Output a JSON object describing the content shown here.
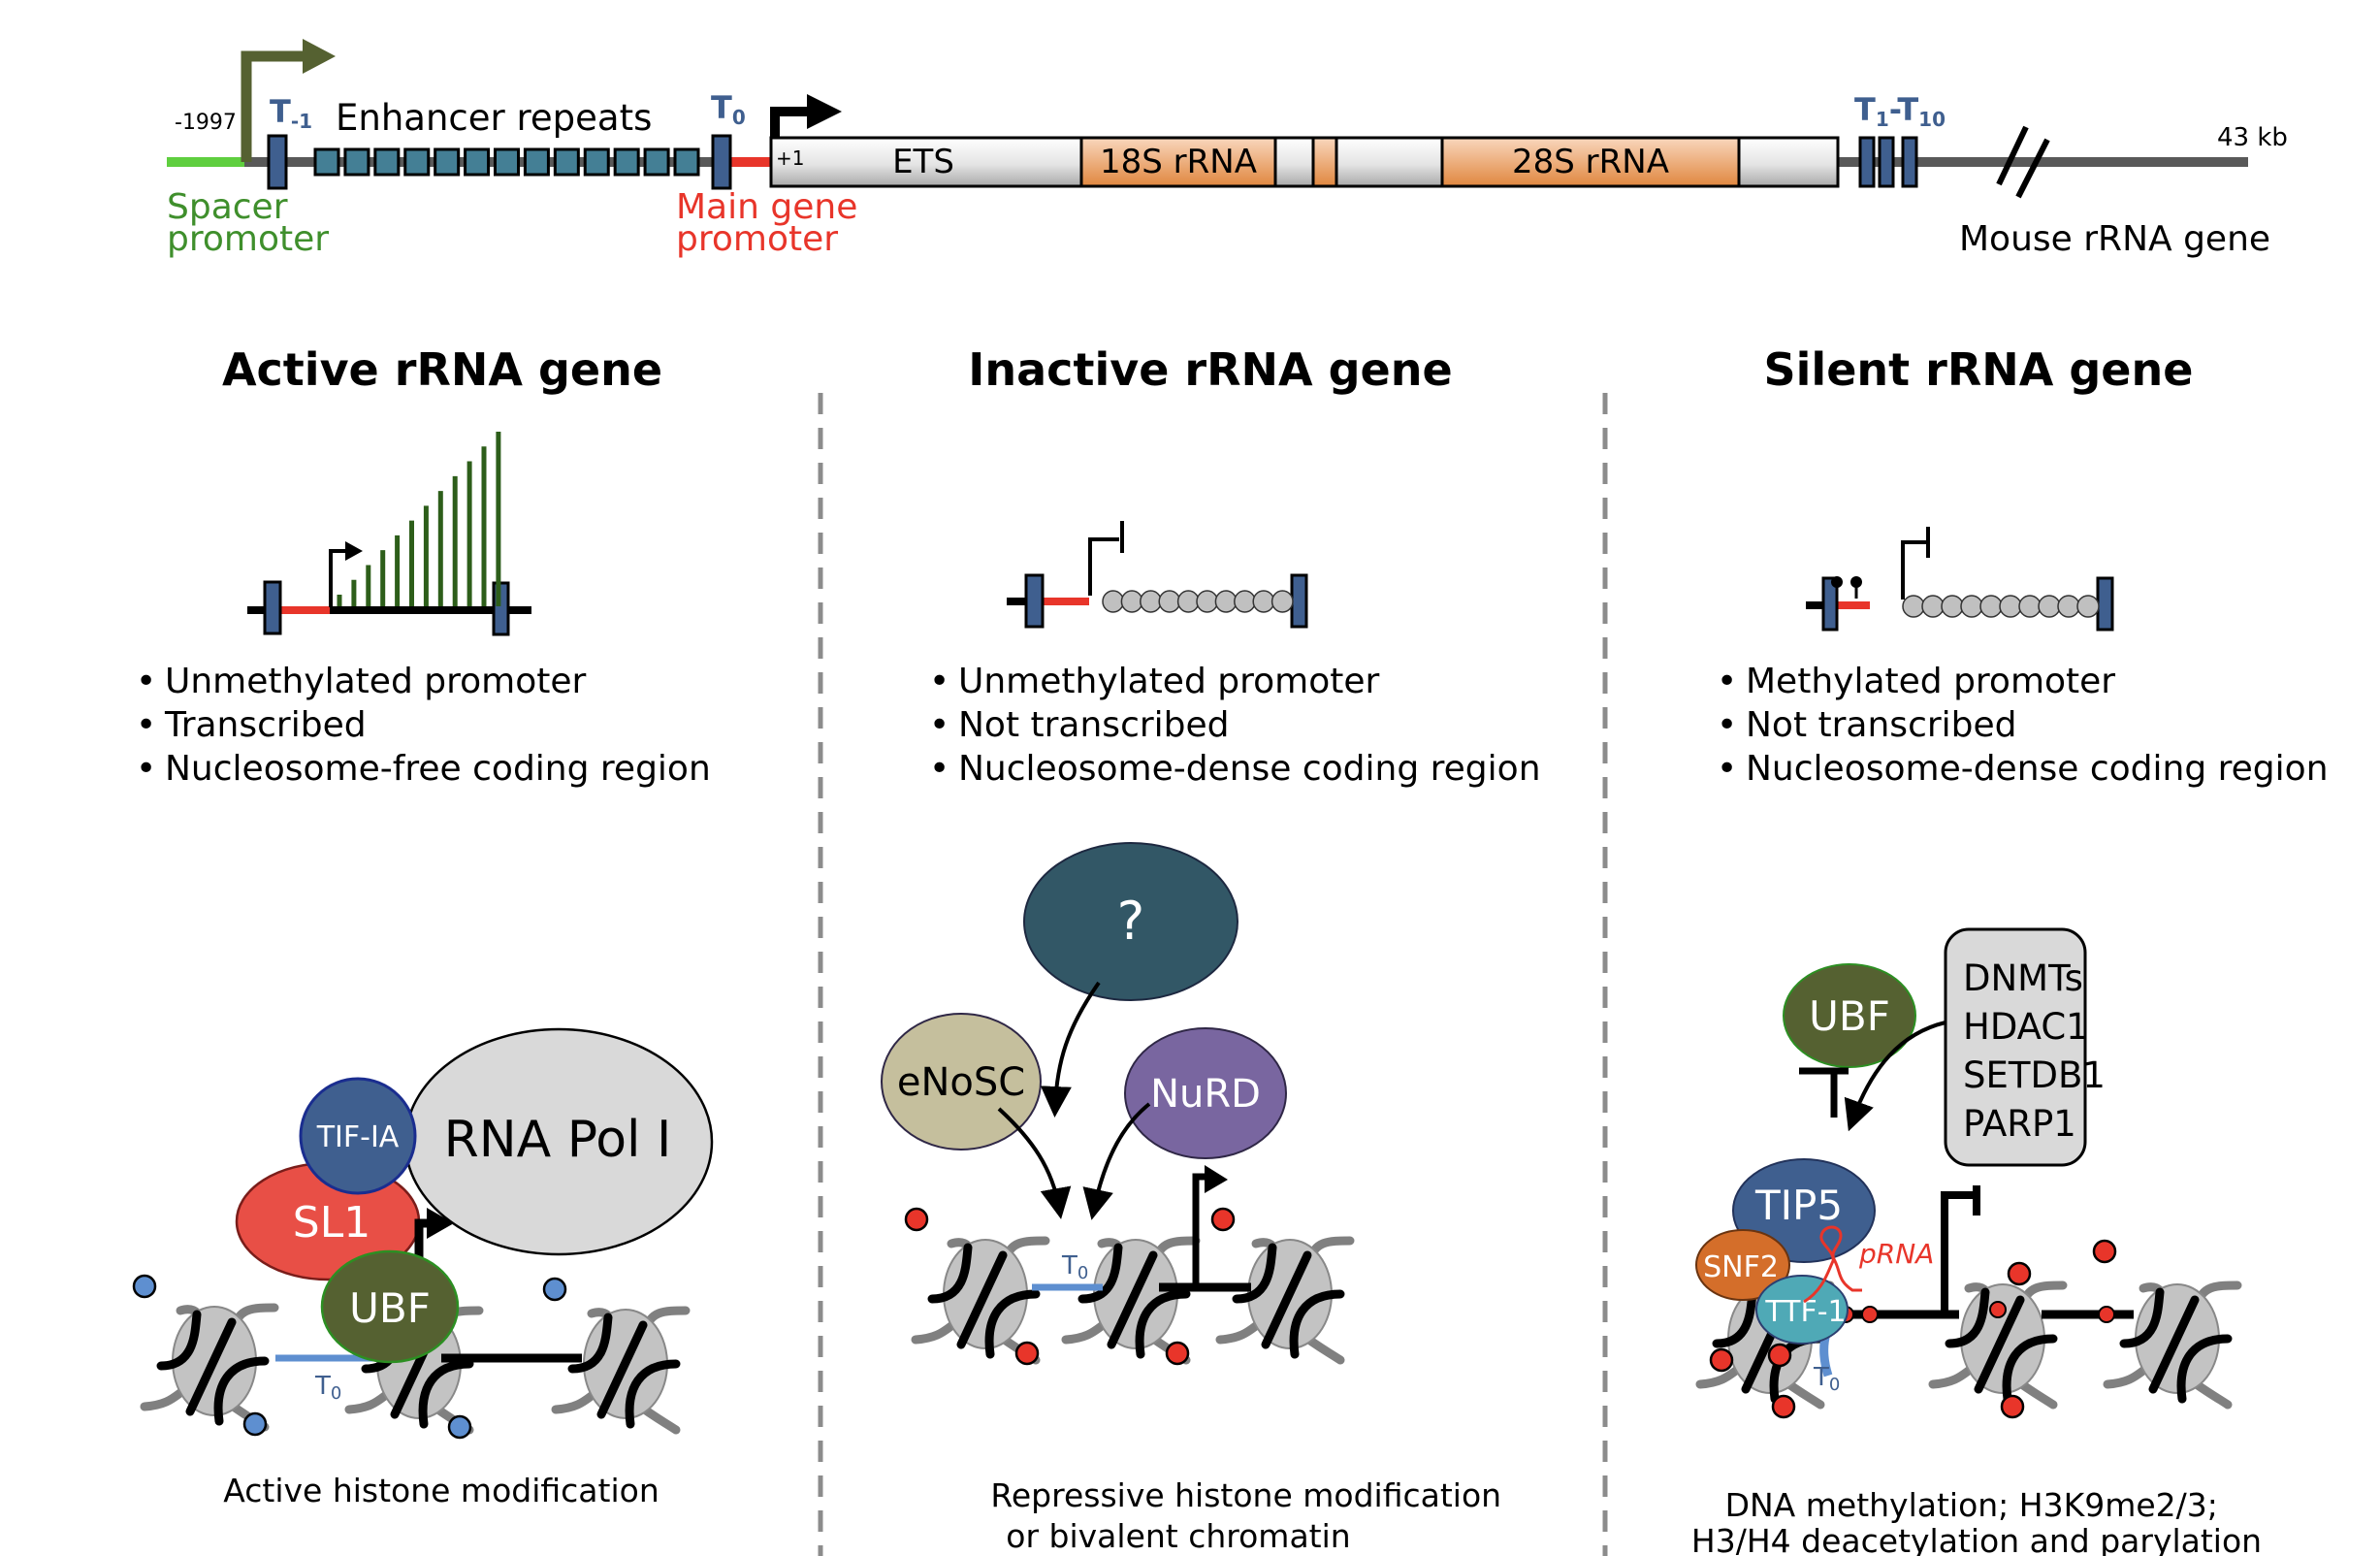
{
  "gene_map": {
    "position_start": "-1997",
    "t_minus_1": {
      "base": "T",
      "sub": "-1"
    },
    "enhancer_label": "Enhancer repeats",
    "enhancer_repeat_count": 13,
    "t0": {
      "base": "T",
      "sub": "0"
    },
    "plus_one": "+1",
    "ets_label": "ETS",
    "rrna_18s_label": "18S rRNA",
    "rrna_28s_label": "28S rRNA",
    "terminators": {
      "base1": "T",
      "sub1": "1",
      "dash": "-",
      "base2": "T",
      "sub2": "10"
    },
    "length_label": "43 kb",
    "spacer_promoter_line1": "Spacer",
    "spacer_promoter_line2": "promoter",
    "main_promoter_line1": "Main gene",
    "main_promoter_line2": "promoter",
    "gene_title": "Mouse rRNA gene",
    "colors": {
      "spacer": "#5fcf3f",
      "main_promoter": "#e8352a",
      "terminator": "#3f5f8f",
      "enhancer": "#447f95",
      "rrna": "#f2a46f",
      "spacer_arrow": "#556131"
    }
  },
  "columns": [
    {
      "title": "Active rRNA gene",
      "bullets": [
        "Unmethylated  promoter",
        "Transcribed",
        "Nucleosome-free coding region"
      ],
      "transcript_bar_count": 12,
      "proteins": {
        "tif": "TIF-IA",
        "pol": "RNA Pol I",
        "sl1": "SL1",
        "ubf": "UBF"
      },
      "t0_label": "T",
      "t0_sub": "0",
      "caption_lines": [
        "Active histone modification"
      ]
    },
    {
      "title": "Inactive rRNA gene",
      "bullets": [
        "Unmethylated  promoter",
        "Not transcribed",
        "Nucleosome-dense coding region"
      ],
      "nucleosome_bead_count": 10,
      "proteins": {
        "unknown": "?",
        "enosc": "eNoSC",
        "nurd": "NuRD"
      },
      "t0_label": "T",
      "t0_sub": "0",
      "caption_lines": [
        "Repressive histone modification",
        "or bivalent chromatin"
      ]
    },
    {
      "title": "Silent rRNA gene",
      "bullets": [
        "Methylated  promoter",
        "Not transcribed",
        "Nucleosome-dense coding region"
      ],
      "nucleosome_bead_count": 10,
      "methyl_mark_count": 2,
      "proteins": {
        "ubf": "UBF",
        "tip5": "TIP5",
        "snf2": "SNF2",
        "ttf1": "TTF-1",
        "prna": "pRNA"
      },
      "enzymes": [
        "DNMTs",
        "HDAC1",
        "SETDB1",
        "PARP1"
      ],
      "t0_label": "T",
      "t0_sub": "0",
      "caption_lines": [
        "DNA methylation; H3K9me2/3;",
        "H3/H4 deacetylation and parylation"
      ]
    }
  ]
}
